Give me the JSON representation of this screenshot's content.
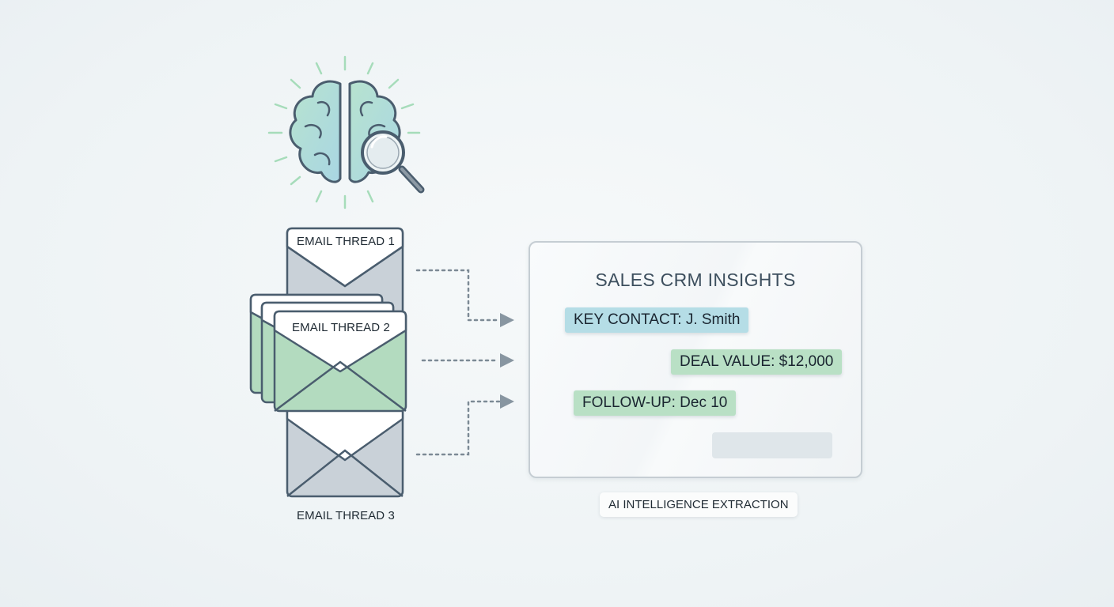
{
  "threads": [
    {
      "label": "EMAIL THREAD 1"
    },
    {
      "label": "EMAIL THREAD 2"
    },
    {
      "label": "EMAIL THREAD 3"
    }
  ],
  "crm": {
    "title": "SALES CRM INSIGHTS",
    "key_contact": "KEY CONTACT: J. Smith",
    "deal_value": "DEAL VALUE: $12,000",
    "follow_up": "FOLLOW-UP: Dec 10"
  },
  "footer": {
    "label": "AI INTELLIGENCE EXTRACTION"
  },
  "icons": [
    "brain-icon",
    "magnifier-icon",
    "envelope-icon",
    "arrow-icon"
  ],
  "colors": {
    "stroke": "#4a5d6e",
    "envelope_grey": "#c9d1d8",
    "envelope_green": "#b3dbbf",
    "chip_blue": "#b5dde6",
    "chip_green": "#b9e0c5",
    "brain_fill": "#a8d8cf",
    "ray_green": "#9fd9b0"
  }
}
